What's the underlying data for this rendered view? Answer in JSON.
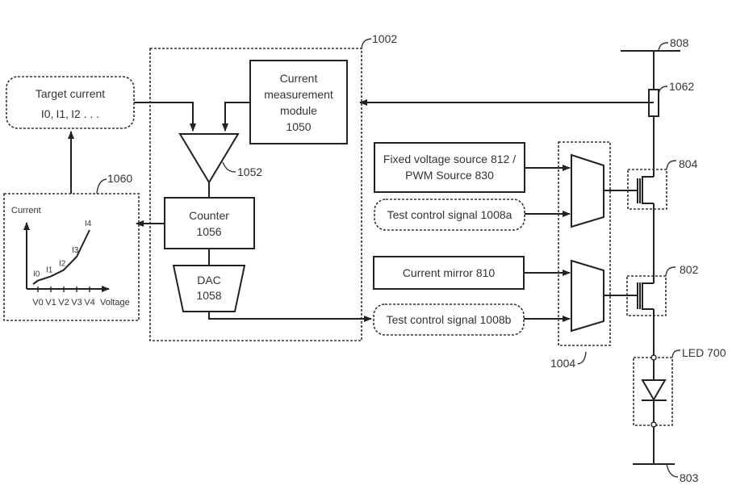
{
  "diagram": {
    "target_current": {
      "title": "Target current",
      "values": [
        "I0,",
        "I1,",
        "I2 . . ."
      ]
    },
    "current_measurement_module": {
      "lines": [
        "Current",
        "measurement",
        "module",
        "1050"
      ]
    },
    "comparator": {
      "ref": "1052"
    },
    "counter": {
      "lines": [
        "Counter",
        "1056"
      ]
    },
    "dac": {
      "lines": [
        "DAC",
        "1058"
      ]
    },
    "controller_block": {
      "ref": "1002"
    },
    "curve_block": {
      "ref": "1060",
      "y_axis_label": "Current",
      "x_axis_label": "Voltage",
      "x_ticks": [
        "V0",
        "V1",
        "V2",
        "V3",
        "V4"
      ],
      "point_labels": [
        "I0",
        "I1",
        "I2",
        "I3",
        "I4"
      ]
    },
    "fixed_voltage_source": {
      "lines": [
        "Fixed voltage source 812 /",
        "PWM Source 830"
      ]
    },
    "test_control_a": {
      "label": "Test control signal 1008a"
    },
    "current_mirror": {
      "label": "Current mirror 810"
    },
    "test_control_b": {
      "label": "Test control signal 1008b"
    },
    "mux_block": {
      "ref": "1004"
    },
    "sense_resistor": {
      "ref": "1062"
    },
    "supply_rail": {
      "ref": "808"
    },
    "transistor_top": {
      "ref": "804"
    },
    "transistor_bottom": {
      "ref": "802"
    },
    "led": {
      "ref": "LED 700"
    },
    "ground_rail": {
      "ref": "803"
    }
  },
  "chart_data": {
    "type": "line",
    "title": "",
    "xlabel": "Voltage",
    "ylabel": "Current",
    "categories": [
      "V0",
      "V1",
      "V2",
      "V3",
      "V4"
    ],
    "series": [
      {
        "name": "I-V curve",
        "labels": [
          "I0",
          "I1",
          "I2",
          "I3",
          "I4"
        ],
        "values": [
          0.05,
          0.13,
          0.25,
          0.5,
          1.0
        ]
      }
    ],
    "grid": false
  }
}
